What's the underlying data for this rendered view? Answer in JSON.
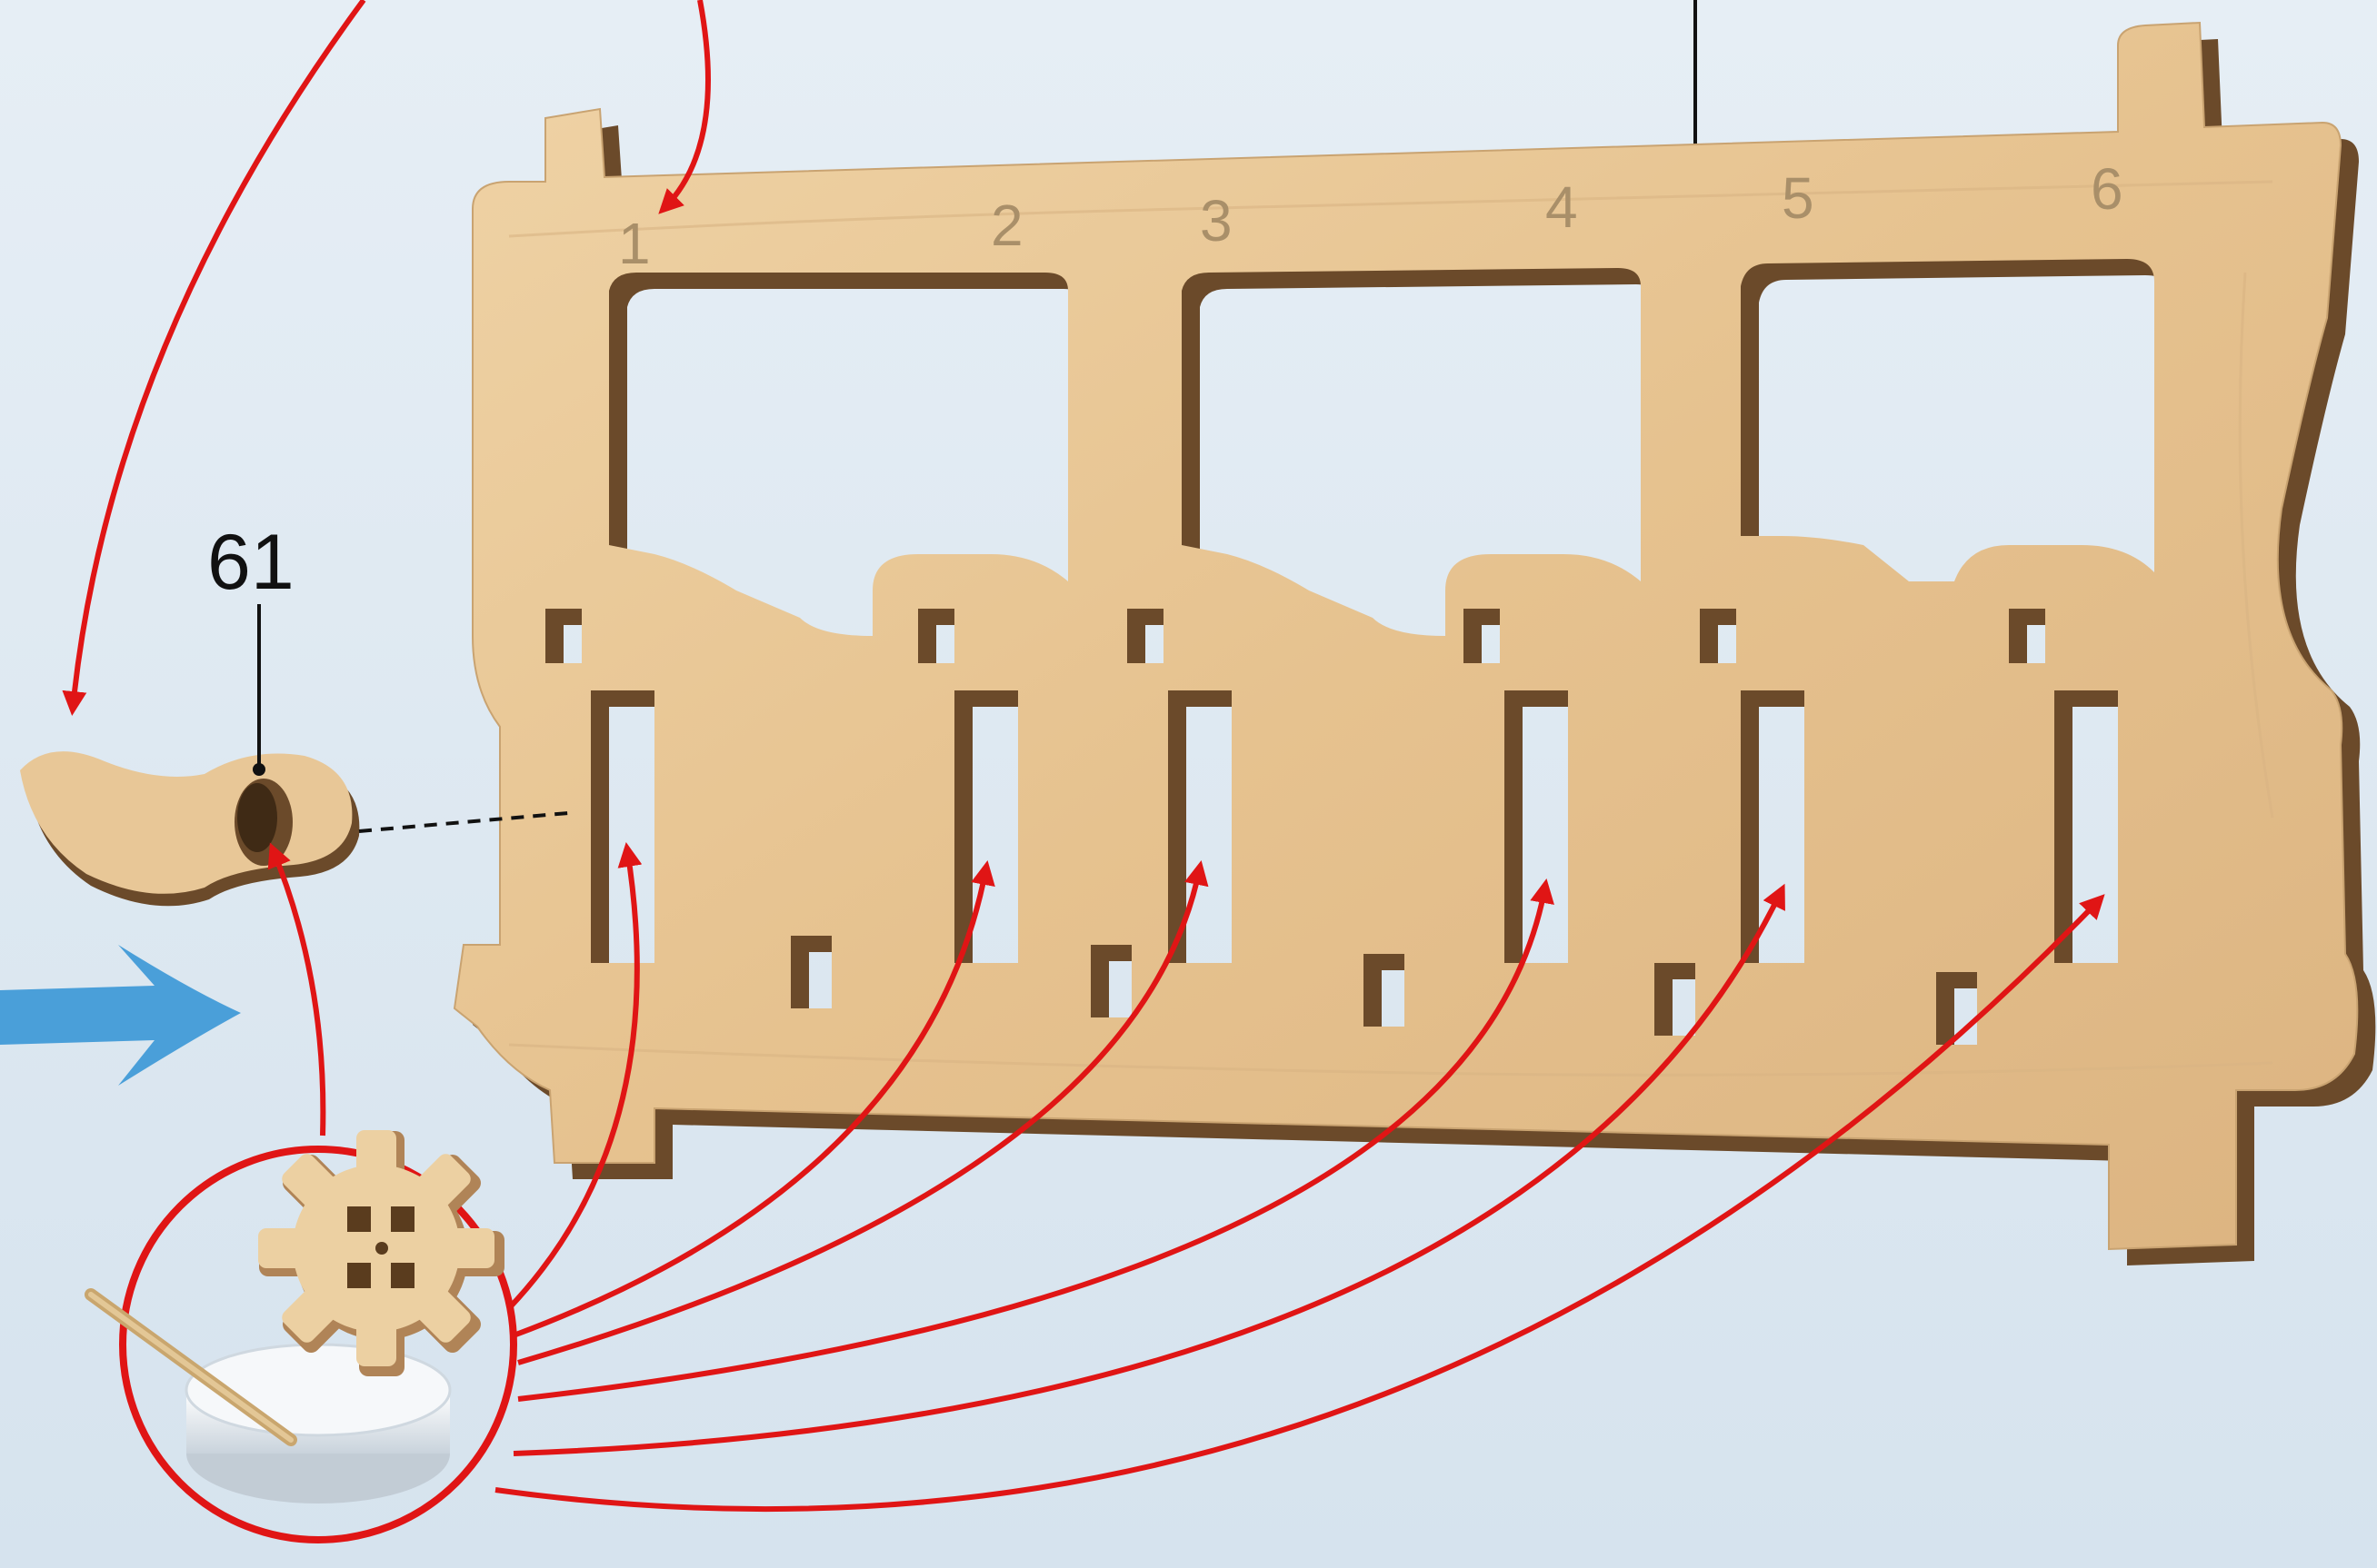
{
  "part_label": "61",
  "slot_numbers": [
    "1",
    "2",
    "3",
    "4",
    "5",
    "6"
  ],
  "colors": {
    "wood_face": "#e9c99a",
    "wood_edge": "#6b4a2a",
    "glue_arrow": "#e01515",
    "motion_arrow": "#3a97d6",
    "background": "#e2ebf3"
  },
  "icons": {
    "glue": "glue-pot-with-brush-icon",
    "direction": "blue-direction-arrow-icon"
  }
}
